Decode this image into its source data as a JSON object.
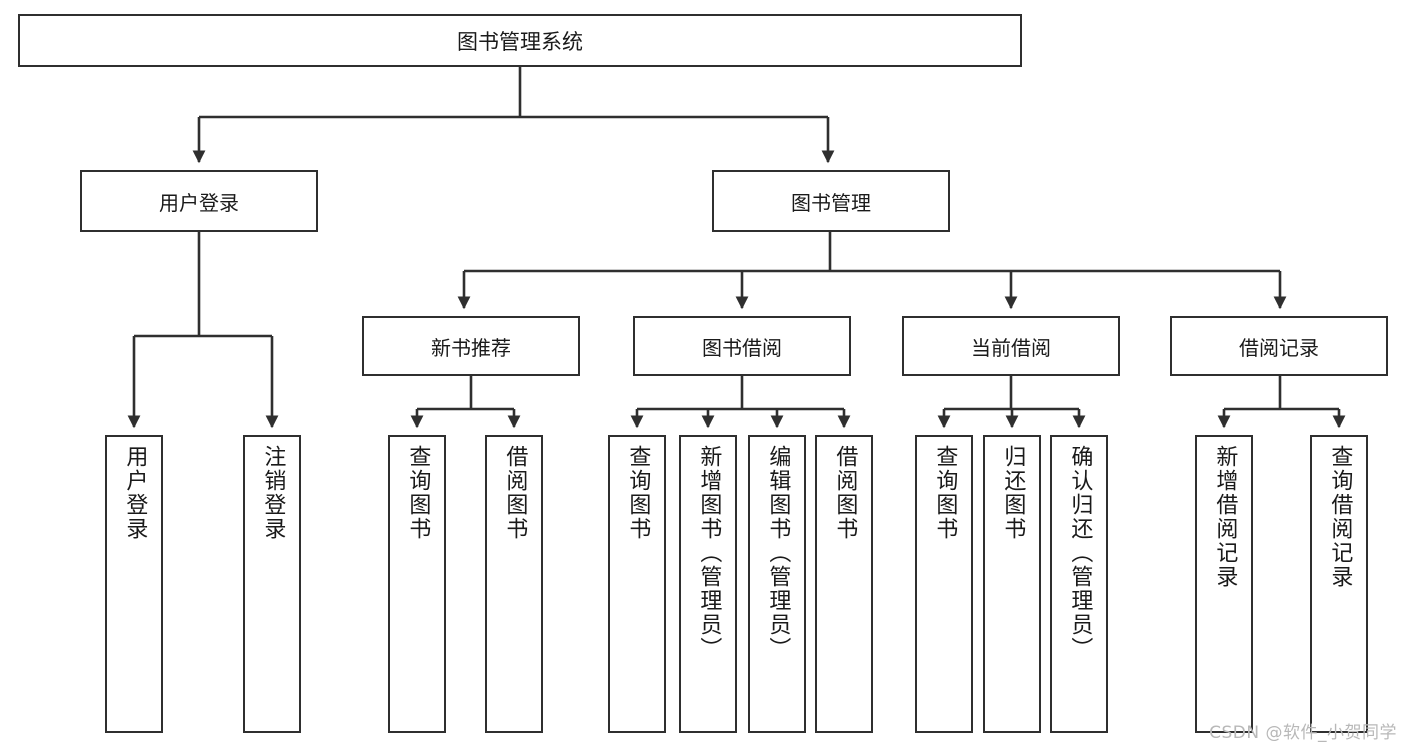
{
  "diagram": {
    "title": "图书管理系统",
    "type": "hierarchy-tree",
    "colors": {
      "box_border": "#2f2f2f",
      "box_fill": "#ffffff",
      "connector": "#2f2f2f",
      "text": "#1a1a1a",
      "watermark": "#b8b8b8"
    },
    "root": {
      "label": "图书管理系统"
    },
    "level1": [
      {
        "label": "用户登录"
      },
      {
        "label": "图书管理"
      }
    ],
    "level2": [
      {
        "label": "新书推荐"
      },
      {
        "label": "图书借阅"
      },
      {
        "label": "当前借阅"
      },
      {
        "label": "借阅记录"
      }
    ],
    "leaves": [
      {
        "label": "用户登录"
      },
      {
        "label": "注销登录"
      },
      {
        "label": "查询图书"
      },
      {
        "label": "借阅图书"
      },
      {
        "label": "查询图书"
      },
      {
        "label": "新增图书（管理员）"
      },
      {
        "label": "编辑图书（管理员）"
      },
      {
        "label": "借阅图书"
      },
      {
        "label": "查询图书"
      },
      {
        "label": "归还图书"
      },
      {
        "label": "确认归还（管理员）"
      },
      {
        "label": "新增借阅记录"
      },
      {
        "label": "查询借阅记录"
      }
    ]
  },
  "watermark": {
    "text": "CSDN @软件_小贺同学"
  }
}
